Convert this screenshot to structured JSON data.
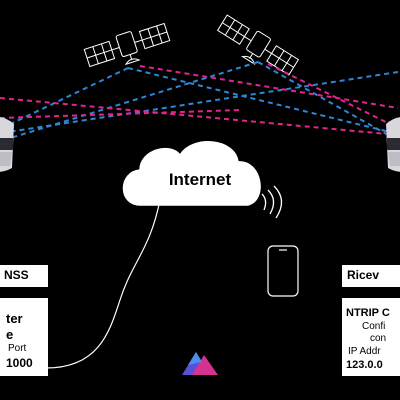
{
  "internet": {
    "label": "Internet"
  },
  "left_panel": {
    "header_text": "NSS",
    "title_line1": "ter",
    "title_line2": "e",
    "port_label": "Port",
    "port_value": "1000"
  },
  "right_panel": {
    "header_text": "Ricev",
    "title": "NTRIP C",
    "line1": "Confi",
    "line2": "con",
    "line3": "IP Addr",
    "ip_value": "123.0.0"
  },
  "colors": {
    "background": "#000000",
    "gps_link": "#2f86d6",
    "correction_link": "#e0258f",
    "line_art": "#ffffff"
  },
  "icons": [
    "satellite-icon",
    "satellite-icon",
    "gnss-receiver-icon",
    "gnss-receiver-icon",
    "cloud-icon",
    "smartphone-icon",
    "wifi-signal-icon",
    "logo-mountain-icon"
  ]
}
